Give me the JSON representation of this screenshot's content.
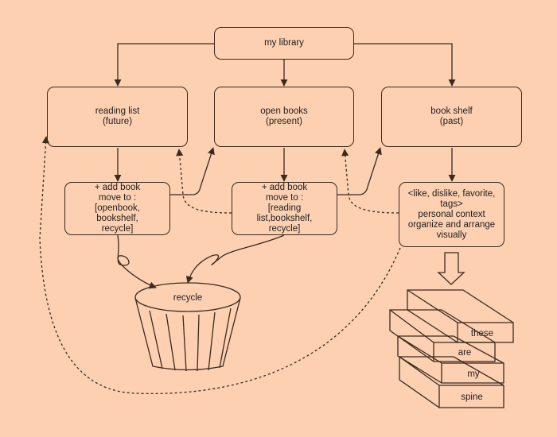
{
  "colors": {
    "background": "#fdd0b1",
    "stroke": "#3a2a1e",
    "text": "#1e1e1e"
  },
  "root": {
    "label": "my library"
  },
  "sections": [
    {
      "id": "reading",
      "line1": "reading list",
      "line2": "(future)"
    },
    {
      "id": "open",
      "line1": "open books",
      "line2": "(present)"
    },
    {
      "id": "shelf",
      "line1": "book shelf",
      "line2": "(past)"
    }
  ],
  "actions": [
    {
      "id": "reading-actions",
      "lines": [
        "+ add book",
        "move to :",
        "[openbook,",
        "bookshelf,",
        "recycle]"
      ]
    },
    {
      "id": "open-actions",
      "lines": [
        "+ add book",
        "move to :",
        "[reading",
        "list,bookshelf,",
        "recycle]"
      ]
    },
    {
      "id": "shelf-context",
      "lines": [
        "<like, dislike, favorite,",
        "tags>",
        "personal context",
        "organize and arrange",
        "visually"
      ]
    }
  ],
  "recycle": {
    "label": "recycle"
  },
  "spines": [
    "these",
    "are",
    "my",
    "spine"
  ]
}
